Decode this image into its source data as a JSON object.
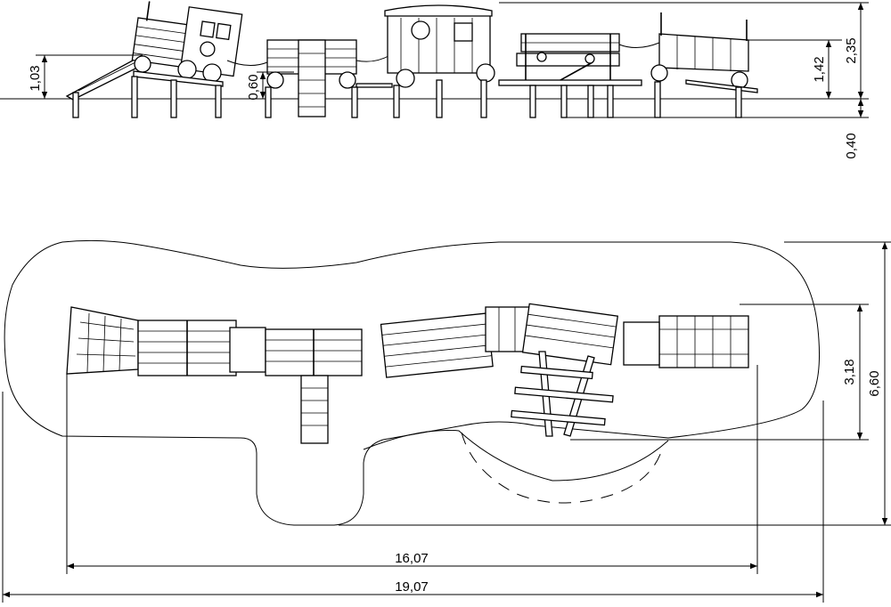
{
  "dimensions": {
    "side_height_total": "2,35",
    "side_height_platform": "1,42",
    "side_height_ramp": "1,03",
    "side_height_small": "0,60",
    "side_depth": "0,40",
    "plan_width_inner": "3,18",
    "plan_width_outer": "6,60",
    "plan_length_inner": "16,07",
    "plan_length_outer": "19,07"
  },
  "colors": {
    "line": "#000000",
    "background": "#ffffff"
  }
}
